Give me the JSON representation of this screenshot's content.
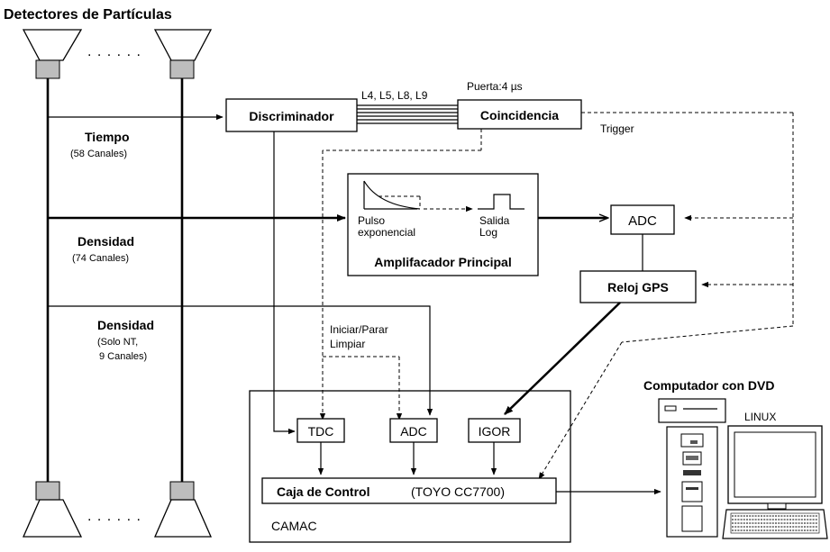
{
  "title": "Detectores de Partículas",
  "detector_dots": ". . . . . .",
  "channels": {
    "time_label": "Tiempo",
    "time_count": "(58 Canales)",
    "density_label": "Densidad",
    "density_count": "(74 Canales)",
    "density2_label": "Densidad",
    "density2_line1": "(Solo NT,",
    "density2_line2": "9 Canales)"
  },
  "blocks": {
    "discriminator": "Discriminador",
    "coincidence": "Coincidencia",
    "gate": "Puerta:4 µs",
    "lines": "L4, L5, L8, L9",
    "trigger": "Trigger",
    "adc_top": "ADC",
    "gps_clock": "Reloj GPS",
    "amp_title": "Amplifacador Principal",
    "pulse_line1": "Pulso",
    "pulse_line2": "exponencial",
    "log_line1": "Salida",
    "log_line2": "Log"
  },
  "camac": {
    "label": "CAMAC",
    "tdc": "TDC",
    "adc": "ADC",
    "igor": "IGOR",
    "control_box": "Caja de Control",
    "control_model": "(TOYO CC7700)",
    "start_stop": "Iniciar/Parar",
    "clear": "Limpiar"
  },
  "computer": {
    "title": "Computador con DVD",
    "os": "LINUX"
  }
}
